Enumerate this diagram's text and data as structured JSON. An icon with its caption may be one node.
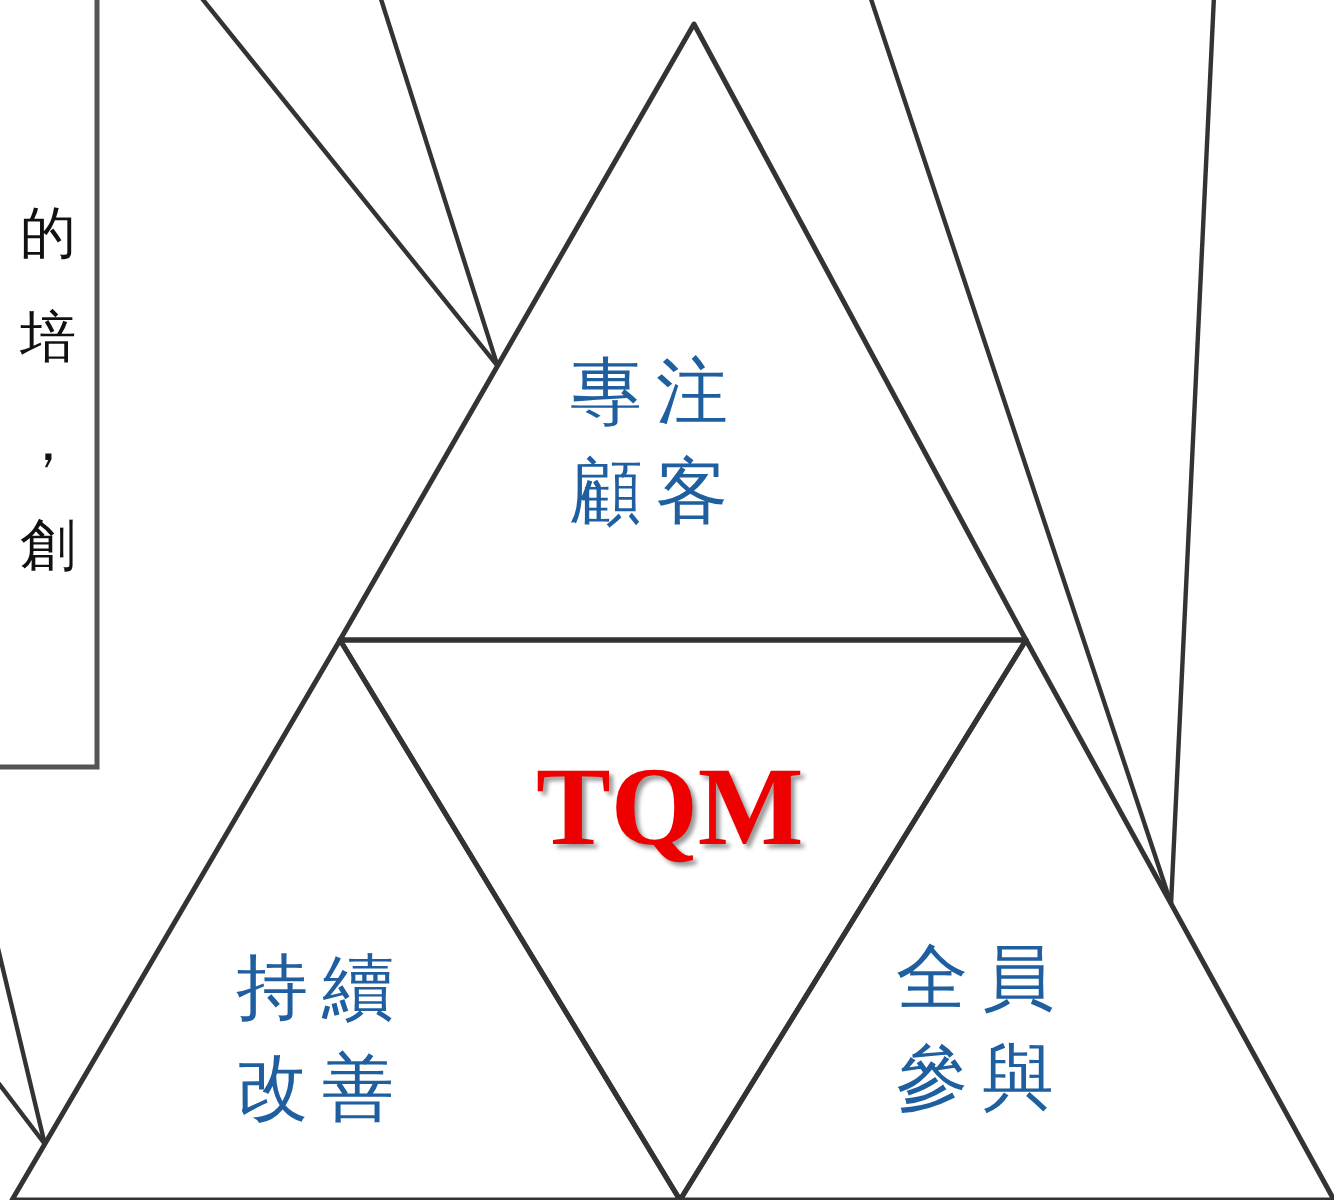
{
  "diagram": {
    "nodes": [
      {
        "text": [
          "的培，創"
        ]
      },
      {
        "text": [
          "專注顧客"
        ]
      },
      {
        "text": [
          "TQM"
        ]
      },
      {
        "text": [
          "持續改善"
        ]
      },
      {
        "text": [
          "全員參與"
        ]
      }
    ],
    "edges": [
      {
        "from": null,
        "to": 1,
        "arrow": "none"
      },
      {
        "from": null,
        "to": 1,
        "arrow": "none"
      },
      {
        "from": null,
        "to": 4,
        "arrow": "none"
      },
      {
        "from": null,
        "to": 4,
        "arrow": "none"
      },
      {
        "from": null,
        "to": 3,
        "arrow": "none"
      },
      {
        "from": null,
        "to": 3,
        "arrow": "none"
      }
    ]
  }
}
